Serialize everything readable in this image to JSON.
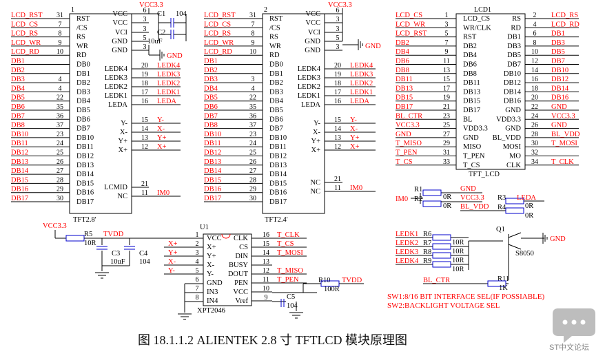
{
  "tft28": {
    "refdes": "1",
    "name": "TFT2.8'",
    "left_pins": [
      {
        "net": "LCD_RST",
        "num": "31",
        "name": "RST"
      },
      {
        "net": "LCD_CS",
        "num": "7",
        "name": "/CS"
      },
      {
        "net": "LCD_RS",
        "num": "8",
        "name": "RS"
      },
      {
        "net": "LCD_WR",
        "num": "9",
        "name": "WR"
      },
      {
        "net": "LCD_RD",
        "num": "10",
        "name": "RD"
      },
      {
        "net": "DB1",
        "num": "",
        "name": "DB0"
      },
      {
        "net": "DB2",
        "num": "",
        "name": "DB1"
      },
      {
        "net": "DB3",
        "num": "4",
        "name": "DB2"
      },
      {
        "net": "DB4",
        "num": "4",
        "name": "DB3"
      },
      {
        "net": "DB5",
        "num": "22",
        "name": "DB4"
      },
      {
        "net": "DB6",
        "num": "35",
        "name": "DB5"
      },
      {
        "net": "DB7",
        "num": "36",
        "name": "DB6"
      },
      {
        "net": "DB8",
        "num": "37",
        "name": "DB7"
      },
      {
        "net": "DB10",
        "num": "23",
        "name": "DB10"
      },
      {
        "net": "DB11",
        "num": "24",
        "name": "DB11"
      },
      {
        "net": "DB12",
        "num": "25",
        "name": "DB12"
      },
      {
        "net": "DB13",
        "num": "26",
        "name": "DB13"
      },
      {
        "net": "DB14",
        "num": "27",
        "name": "DB14"
      },
      {
        "net": "DB15",
        "num": "28",
        "name": "DB15"
      },
      {
        "net": "DB16",
        "num": "29",
        "name": "DB16"
      },
      {
        "net": "DB17",
        "num": "30",
        "name": "DB17"
      }
    ],
    "right_pins": [
      {
        "name": "VCC",
        "num": "6",
        "net": ""
      },
      {
        "name": "VCC",
        "num": "3",
        "net": ""
      },
      {
        "name": "VCI",
        "num": "3",
        "net": ""
      },
      {
        "name": "GND",
        "num": "5",
        "net": ""
      },
      {
        "name": "GND",
        "num": "3",
        "net": ""
      },
      {
        "name": "LEDK4",
        "num": "20",
        "net": "LEDK4"
      },
      {
        "name": "LEDK3",
        "num": "19",
        "net": "LEDK3"
      },
      {
        "name": "LEDK2",
        "num": "18",
        "net": "LEDK2"
      },
      {
        "name": "LEDK1",
        "num": "17",
        "net": "LEDK1"
      },
      {
        "name": "LEDA",
        "num": "16",
        "net": "LEDA"
      },
      {
        "name": "Y-",
        "num": "15",
        "net": "Y-"
      },
      {
        "name": "X-",
        "num": "14",
        "net": "X-"
      },
      {
        "name": "Y+",
        "num": "13",
        "net": "Y+"
      },
      {
        "name": "X+",
        "num": "12",
        "net": "X+"
      },
      {
        "name": "LCMID",
        "num": "21",
        "net": ""
      },
      {
        "name": "NC",
        "num": "11",
        "net": "IM0"
      }
    ],
    "vcc": "VCC3.3",
    "c1": "C1",
    "c1_val": "104",
    "c2": "C2",
    "c2_val": "10uF",
    "gnd": "GND"
  },
  "tft24": {
    "refdes": "2",
    "name": "TFT2.4'",
    "left_pins": [
      {
        "net": "LCD_RST",
        "num": "31",
        "name": "RST"
      },
      {
        "net": "LCD_CS",
        "num": "7",
        "name": "/CS"
      },
      {
        "net": "LCD_RS",
        "num": "8",
        "name": "RS"
      },
      {
        "net": "LCD_WR",
        "num": "9",
        "name": "WR"
      },
      {
        "net": "LCD_RD",
        "num": "10",
        "name": "RD"
      },
      {
        "net": "DB1",
        "num": "",
        "name": "DB0"
      },
      {
        "net": "DB2",
        "num": "",
        "name": "DB1"
      },
      {
        "net": "DB3",
        "num": "3",
        "name": "DB2"
      },
      {
        "net": "DB4",
        "num": "4",
        "name": "DB3"
      },
      {
        "net": "DB5",
        "num": "22",
        "name": "DB4"
      },
      {
        "net": "DB6",
        "num": "35",
        "name": "DB5"
      },
      {
        "net": "DB7",
        "num": "36",
        "name": "DB6"
      },
      {
        "net": "DB8",
        "num": "37",
        "name": "DB7"
      },
      {
        "net": "DB10",
        "num": "23",
        "name": "DB10"
      },
      {
        "net": "DB11",
        "num": "24",
        "name": "DB11"
      },
      {
        "net": "DB12",
        "num": "25",
        "name": "DB12"
      },
      {
        "net": "DB13",
        "num": "26",
        "name": "DB13"
      },
      {
        "net": "DB14",
        "num": "27",
        "name": "DB14"
      },
      {
        "net": "DB15",
        "num": "28",
        "name": "DB15"
      },
      {
        "net": "DB16",
        "num": "29",
        "name": "DB16"
      },
      {
        "net": "DB17",
        "num": "30",
        "name": "DB17"
      }
    ],
    "right_pins": [
      {
        "name": "VCC",
        "num": "6",
        "net": ""
      },
      {
        "name": "VCC",
        "num": "3",
        "net": ""
      },
      {
        "name": "VCI",
        "num": "3",
        "net": ""
      },
      {
        "name": "GND",
        "num": "5",
        "net": ""
      },
      {
        "name": "GND",
        "num": "3",
        "net": ""
      },
      {
        "name": "LEDK4",
        "num": "20",
        "net": "LEDK4"
      },
      {
        "name": "LEDK3",
        "num": "19",
        "net": "LEDK3"
      },
      {
        "name": "LEDK2",
        "num": "18",
        "net": "LEDK2"
      },
      {
        "name": "LEDK1",
        "num": "17",
        "net": "LEDK1"
      },
      {
        "name": "LEDA",
        "num": "16",
        "net": "LEDA"
      },
      {
        "name": "Y-",
        "num": "15",
        "net": "Y-"
      },
      {
        "name": "X-",
        "num": "14",
        "net": "X-"
      },
      {
        "name": "Y+",
        "num": "13",
        "net": "Y+"
      },
      {
        "name": "X+",
        "num": "12",
        "net": "X+"
      },
      {
        "name": "NC",
        "num": "21",
        "net": ""
      },
      {
        "name": "NC",
        "num": "11",
        "net": "IM0"
      }
    ],
    "vcc": "VCC3.3",
    "gnd": "GND"
  },
  "lcd1": {
    "refdes": "LCD1",
    "name": "TFT_LCD",
    "left_pins": [
      {
        "net": "LCD_CS",
        "num": "1",
        "name": "LCD_CS"
      },
      {
        "net": "LCD_WR",
        "num": "3",
        "name": "WR/CLK"
      },
      {
        "net": "LCD_RST",
        "num": "5",
        "name": "RST"
      },
      {
        "net": "DB2",
        "num": "7",
        "name": "DB2"
      },
      {
        "net": "DB4",
        "num": "9",
        "name": "DB4"
      },
      {
        "net": "DB6",
        "num": "11",
        "name": "DB6"
      },
      {
        "net": "DB8",
        "num": "13",
        "name": "DB8"
      },
      {
        "net": "DB11",
        "num": "15",
        "name": "DB11"
      },
      {
        "net": "DB13",
        "num": "17",
        "name": "DB13"
      },
      {
        "net": "DB15",
        "num": "19",
        "name": "DB15"
      },
      {
        "net": "DB17",
        "num": "21",
        "name": "DB17"
      },
      {
        "net": "BL_CTR",
        "num": "23",
        "name": "BL"
      },
      {
        "net": "VCC3.3",
        "num": "25",
        "name": "VDD3.3"
      },
      {
        "net": "GND",
        "num": "27",
        "name": "GND"
      },
      {
        "net": "T_MISO",
        "num": "29",
        "name": "MISO"
      },
      {
        "net": "T_PEN",
        "num": "31",
        "name": "T_PEN"
      },
      {
        "net": "T_CS",
        "num": "33",
        "name": "T_CS"
      }
    ],
    "right_pins": [
      {
        "name": "RS",
        "num": "2",
        "net": "LCD_RS"
      },
      {
        "name": "RD",
        "num": "4",
        "net": "LCD_RD"
      },
      {
        "name": "DB1",
        "num": "6",
        "net": "DB1"
      },
      {
        "name": "DB3",
        "num": "8",
        "net": "DB3"
      },
      {
        "name": "DB5",
        "num": "10",
        "net": "DB5"
      },
      {
        "name": "DB7",
        "num": "12",
        "net": "DB7"
      },
      {
        "name": "DB10",
        "num": "14",
        "net": "DB10"
      },
      {
        "name": "DB12",
        "num": "16",
        "net": "DB12"
      },
      {
        "name": "DB14",
        "num": "18",
        "net": "DB14"
      },
      {
        "name": "DB16",
        "num": "20",
        "net": "DB16"
      },
      {
        "name": "GND",
        "num": "22",
        "net": "GND"
      },
      {
        "name": "VDD3.3",
        "num": "24",
        "net": "VCC3.3"
      },
      {
        "name": "GND",
        "num": "26",
        "net": "GND"
      },
      {
        "name": "BL_VDD",
        "num": "28",
        "net": "BL_VDD"
      },
      {
        "name": "MOSI",
        "num": "30",
        "net": "T_MOSI"
      },
      {
        "name": "MO",
        "num": "32",
        "net": ""
      },
      {
        "name": "CLK",
        "num": "34",
        "net": "T_CLK"
      }
    ]
  },
  "resistors_top": {
    "r1": "R1",
    "r2": "R2",
    "r3": "R3",
    "r4": "R4",
    "zero": "0R",
    "gnd": "GND",
    "im0": "IM0",
    "vcc": "VCC3.3",
    "bl_vdd": "BL_VDD",
    "leda": "LEDA"
  },
  "u1": {
    "refdes": "U1",
    "name": "XPT2046",
    "left_pins": [
      {
        "name": "VCC",
        "num": "1",
        "net": ""
      },
      {
        "name": "X+",
        "num": "2",
        "net": "X+"
      },
      {
        "name": "Y+",
        "num": "3",
        "net": "Y+"
      },
      {
        "name": "X-",
        "num": "4",
        "net": "X-"
      },
      {
        "name": "Y-",
        "num": "5",
        "net": "Y-"
      },
      {
        "name": "GND",
        "num": "6",
        "net": ""
      },
      {
        "name": "IN3",
        "num": "7",
        "net": ""
      },
      {
        "name": "IN4",
        "num": "8",
        "net": ""
      }
    ],
    "right_pins": [
      {
        "name": "CLK",
        "num": "16",
        "net": "T_CLK"
      },
      {
        "name": "CS",
        "num": "15",
        "net": "T_CS"
      },
      {
        "name": "DIN",
        "num": "14",
        "net": "T_MOSI"
      },
      {
        "name": "BUSY",
        "num": "13",
        "net": ""
      },
      {
        "name": "DOUT",
        "num": "12",
        "net": "T_MISO"
      },
      {
        "name": "PEN",
        "num": "11",
        "net": "T_PEN"
      },
      {
        "name": "VCC",
        "num": "10",
        "net": ""
      },
      {
        "name": "Vref",
        "num": "9",
        "net": ""
      }
    ],
    "vcc": "VCC3.3",
    "r5": "R5",
    "r5_val": "10R",
    "tvdd": "TVDD",
    "c3": "C3",
    "c3_val": "10uF",
    "c4": "C4",
    "c4_val": "104",
    "r10": "R10",
    "r10_val": "100R",
    "tvdd2": "TVDD",
    "c5": "C5",
    "c5_val": "104"
  },
  "backlight": {
    "r6": "R6",
    "r7": "R7",
    "r8": "R8",
    "r9": "R9",
    "val": "10R",
    "nets": [
      "LEDK1",
      "LEDK2",
      "LEDK3",
      "LEDK4"
    ],
    "q1": "Q1",
    "q1_part": "S8050",
    "gnd": "GND",
    "bl_ctr": "BL_CTR",
    "r11": "R11",
    "r11_val": "1K"
  },
  "notes": {
    "sw1": "SW1:8/16 BIT INTERFACE SEL(IF POSSIABLE)",
    "sw2": "SW2:BACKLIGHT VOLTAGE SEL"
  },
  "caption": "图 18.1.1.2   ALIENTEK 2.8 寸 TFTLCD 模块原理图",
  "watermark": "ST中文论坛",
  "colors": {
    "net": "#ff0000",
    "wire": "#000000",
    "connector": "#0000cc"
  }
}
